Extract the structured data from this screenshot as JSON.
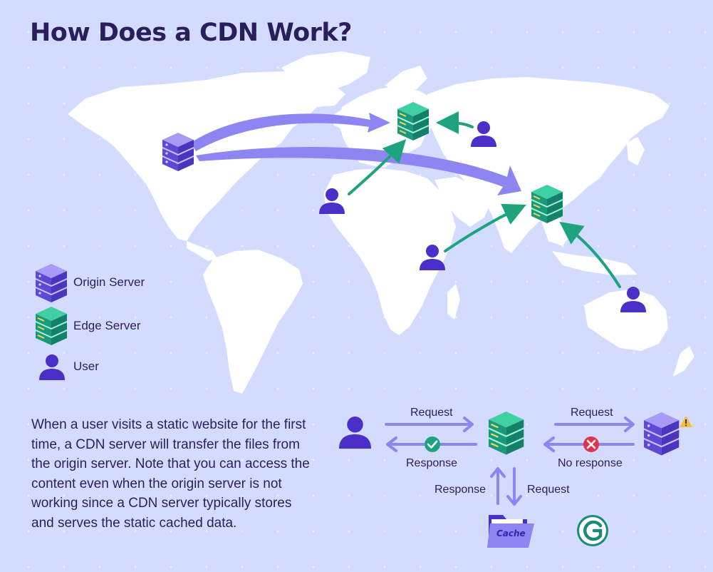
{
  "title": "How Does a CDN Work?",
  "legend": {
    "origin": "Origin Server",
    "edge": "Edge Server",
    "user": "User"
  },
  "description": "When a user visits a static website for the first time, a CDN server will transfer the files from the origin server. Note that you can access the content even when the origin server is not working since a CDN server typically stores and serves the static cached data.",
  "flow": {
    "request_left": "Request",
    "response_left": "Response",
    "request_right": "Request",
    "no_response": "No response",
    "response_down": "Response",
    "request_down": "Request",
    "cache": "Cache"
  },
  "colors": {
    "background": "#d3dbff",
    "origin_server": "#6a55e0",
    "edge_server": "#1fa37f",
    "user": "#4a2fc9",
    "flow_arrow": "#8c85f2",
    "success": "#1fa37f",
    "error": "#e0334d",
    "warning": "#f6c032"
  }
}
